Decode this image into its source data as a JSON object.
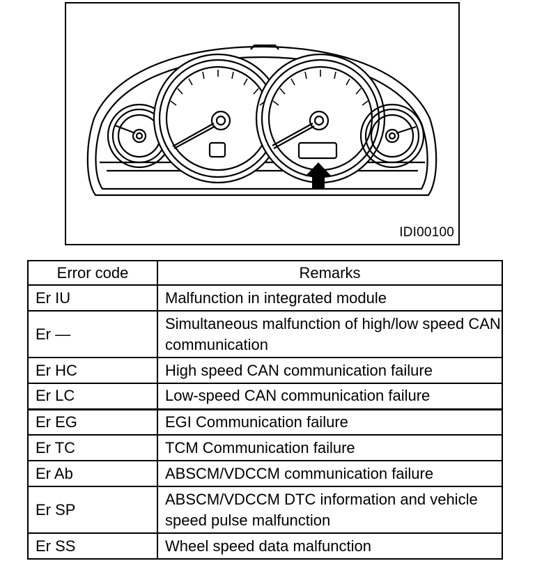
{
  "figure": {
    "id": "IDI00100",
    "icons": [
      "instrument-cluster-illustration",
      "arrow-up-icon"
    ]
  },
  "table": {
    "headers": {
      "code": "Error code",
      "remarks": "Remarks"
    },
    "rows": [
      {
        "code": "Er IU",
        "remarks": "Malfunction in integrated module"
      },
      {
        "code": "Er —",
        "remarks": "Simultaneous malfunction of high/low speed CAN communication"
      },
      {
        "code": "Er HC",
        "remarks": "High speed CAN communication failure"
      },
      {
        "code": "Er LC",
        "remarks": "Low-speed CAN communication failure"
      },
      {
        "code": "Er EG",
        "remarks": "EGI Communication failure"
      },
      {
        "code": "Er TC",
        "remarks": "TCM Communication failure"
      },
      {
        "code": "Er Ab",
        "remarks": "ABSCM/VDCCM communication failure"
      },
      {
        "code": "Er SP",
        "remarks": "ABSCM/VDCCM DTC information and vehicle speed pulse malfunction"
      },
      {
        "code": "Er SS",
        "remarks": "Wheel speed data malfunction"
      }
    ]
  }
}
